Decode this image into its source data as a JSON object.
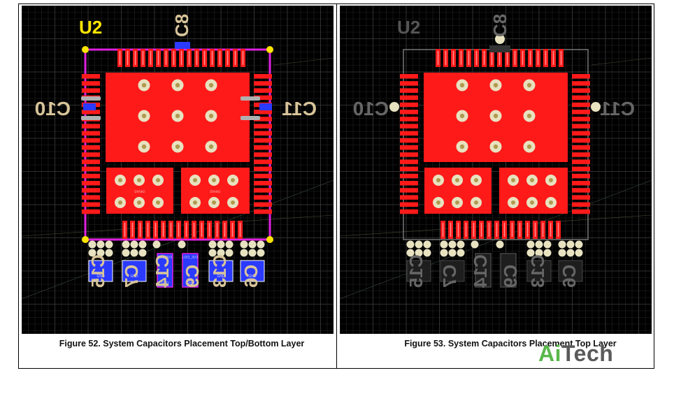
{
  "figures": [
    {
      "caption": "Figure 52. System Capacitors Placement Top/Bottom Layer",
      "labels": {
        "u2": "U2",
        "c8": "C8",
        "c10": "C10",
        "c11": "C11",
        "bottom": [
          "C15",
          "C7",
          "C14",
          "C9",
          "C13",
          "C6"
        ]
      },
      "pad_text": {
        "gnd": "GND",
        "vin": "VIN_3V3",
        "ldo": "LDO_3V3",
        "drain1": "DRAIN1",
        "drain2": "DRAIN2"
      }
    },
    {
      "caption": "Figure 53. System Capacitors Placement Top Layer",
      "labels": {
        "u2": "U2",
        "c8": "C8",
        "c10": "C10",
        "c11": "C11",
        "bottom": [
          "C15",
          "C7",
          "C14",
          "C9",
          "C13",
          "C6"
        ]
      }
    }
  ],
  "logo": {
    "ai": "Ai",
    "tech": "Tech"
  },
  "colors": {
    "copper": "#ff1a1a",
    "outline": "#e020e0",
    "marker": "#ffe400",
    "bottom_pad": "#2a3aff",
    "label": "#d8c49a"
  }
}
